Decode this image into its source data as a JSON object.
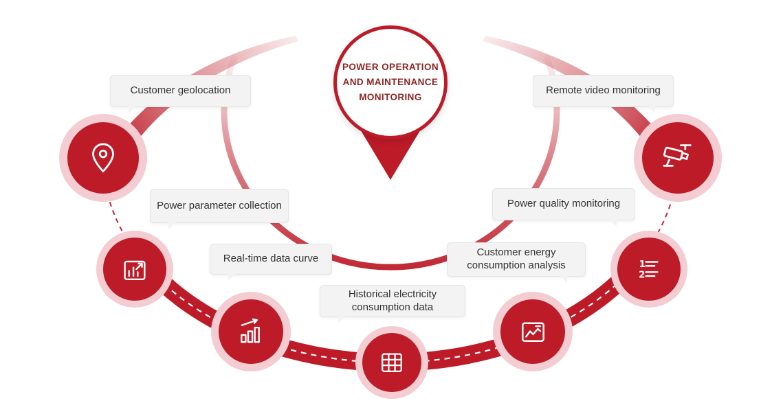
{
  "title": {
    "lines": [
      "POWER OPERATION",
      "AND MAINTENANCE",
      "MONITORING"
    ]
  },
  "nodes": [
    {
      "label": "Customer geolocation",
      "icon": "location-pin-icon"
    },
    {
      "label": "Power parameter collection",
      "icon": "parameter-chart-icon"
    },
    {
      "label": "Real-time data curve",
      "icon": "bar-chart-trend-icon"
    },
    {
      "label": "Historical electricity consumption data",
      "icon": "data-table-icon"
    },
    {
      "label": "Customer energy consumption analysis",
      "icon": "waveform-chart-icon"
    },
    {
      "label": "Power quality monitoring",
      "icon": "numbered-list-icon"
    },
    {
      "label": "Remote video monitoring",
      "icon": "cctv-camera-icon"
    }
  ],
  "colors": {
    "primary_red": "#bc1b27",
    "deep_red_text": "#8b2522",
    "halo_pink": "#f3cdd1",
    "label_bg": "#f3f3f3",
    "label_border": "#e4e4e4",
    "label_text": "#333333"
  }
}
